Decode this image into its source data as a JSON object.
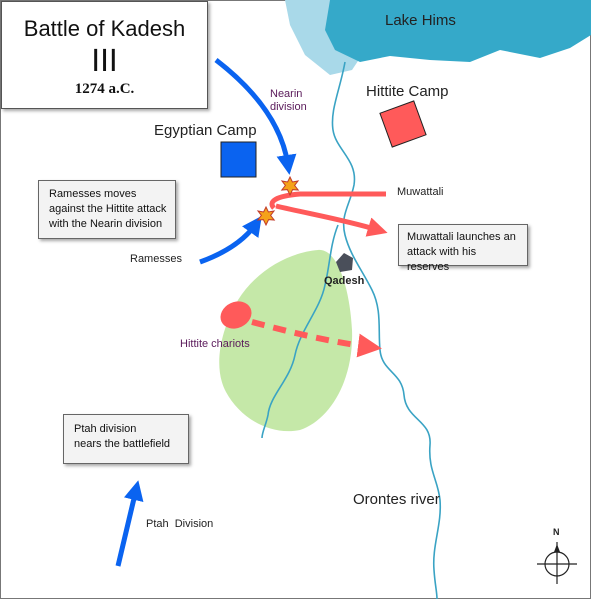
{
  "title": {
    "line1": "Battle of Kadesh",
    "line2": "III",
    "year": "1274 a.C."
  },
  "places": {
    "lake": "Lake Hims",
    "hittite_camp": "Hittite Camp",
    "egyptian_camp": "Egyptian Camp",
    "qadesh": "Qadesh",
    "river": "Orontes river"
  },
  "units": {
    "nearin_line1": "Nearin",
    "nearin_line2": "division",
    "muwattali": "Muwattali",
    "ramesses": "Ramesses",
    "hittite_chariots": "Hittite chariots",
    "ptah": "Ptah  Division"
  },
  "notes": {
    "ramesses": [
      "Ramesses moves",
      "against the Hittite attack",
      "with the Nearin division"
    ],
    "muwattali": [
      "Muwattali launches an",
      "attack with his reserves"
    ],
    "ptah": [
      "Ptah division",
      "nears the battlefield"
    ]
  },
  "compass": {
    "north": "N"
  },
  "colors": {
    "lake": "#35a9c9",
    "lake_light": "#a9d9e9",
    "river": "#3aa3c4",
    "forest": "#c5e8a8",
    "egyptian": "#0a63f0",
    "hittite": "#ff5a5a",
    "clash": "#f5a21a",
    "qadesh": "#4a4f5a"
  },
  "icons": [
    "compass-rose-icon",
    "clash-star-icon",
    "city-icon"
  ]
}
